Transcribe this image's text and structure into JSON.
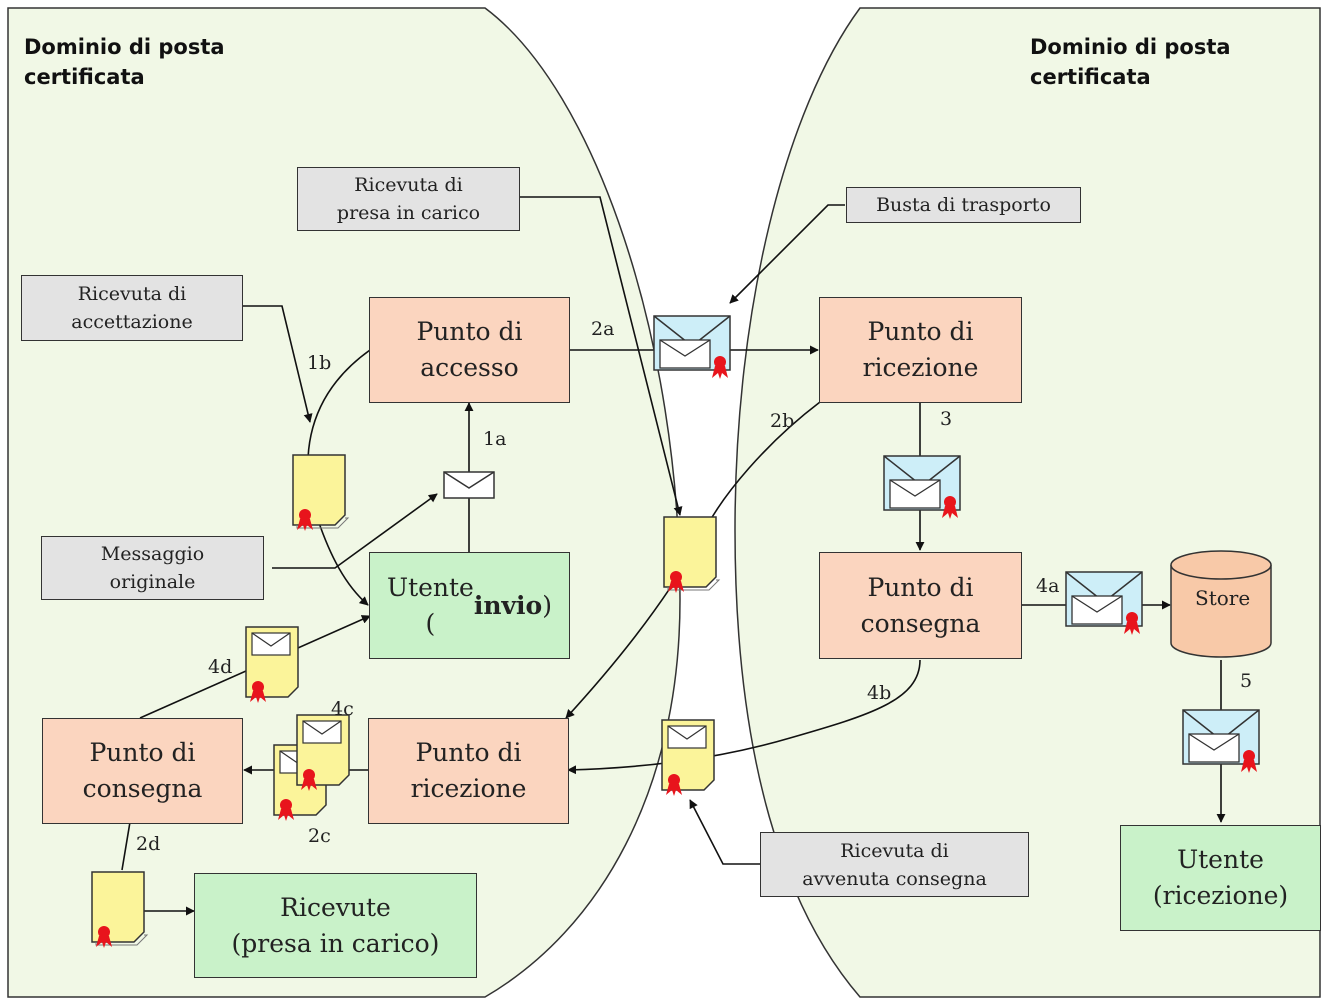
{
  "domains": {
    "left_title": "Dominio di posta\ncertificata",
    "right_title": "Dominio di posta\ncertificata"
  },
  "nodes": {
    "punto_accesso": "Punto di\naccesso",
    "utente_invio_prefix": "Utente\n(",
    "utente_invio_bold": "invio",
    "utente_invio_suffix": ")",
    "punto_ricezione_left": "Punto di\nricezione",
    "punto_consegna_left": "Punto di\nconsegna",
    "ricevute": "Ricevute\n(presa in carico)",
    "punto_ricezione_right": "Punto di\nricezione",
    "punto_consegna_right": "Punto di\nconsegna",
    "store": "Store",
    "utente_ricezione": "Utente\n(ricezione)"
  },
  "callouts": {
    "ricevuta_presa_carico": "Ricevuta di\npresa in carico",
    "busta_trasporto": "Busta di trasporto",
    "ricevuta_accettazione": "Ricevuta di\naccettazione",
    "messaggio_originale": "Messaggio\noriginale",
    "ricevuta_avvenuta_consegna": "Ricevuta di\navvenuta consegna"
  },
  "steps": {
    "s1a": "1a",
    "s1b": "1b",
    "s2a": "2a",
    "s2b": "2b",
    "s2c": "2c",
    "s2d": "2d",
    "s3": "3",
    "s4a": "4a",
    "s4b": "4b",
    "s4c": "4c",
    "s4d": "4d",
    "s5": "5"
  },
  "colors": {
    "domain_fill": "#f1f8e6",
    "node_salmon": "#fbd5bf",
    "node_green": "#c9f2c9",
    "callout_grey": "#e3e3e3",
    "envelope_blue": "#cdeef8",
    "receipt_yellow": "#fbf49a",
    "seal_red": "#e8141c",
    "store_fill": "#f8c9a8"
  },
  "icons": [
    "envelope-icon",
    "receipt-icon",
    "seal-icon",
    "store-cylinder-icon"
  ]
}
